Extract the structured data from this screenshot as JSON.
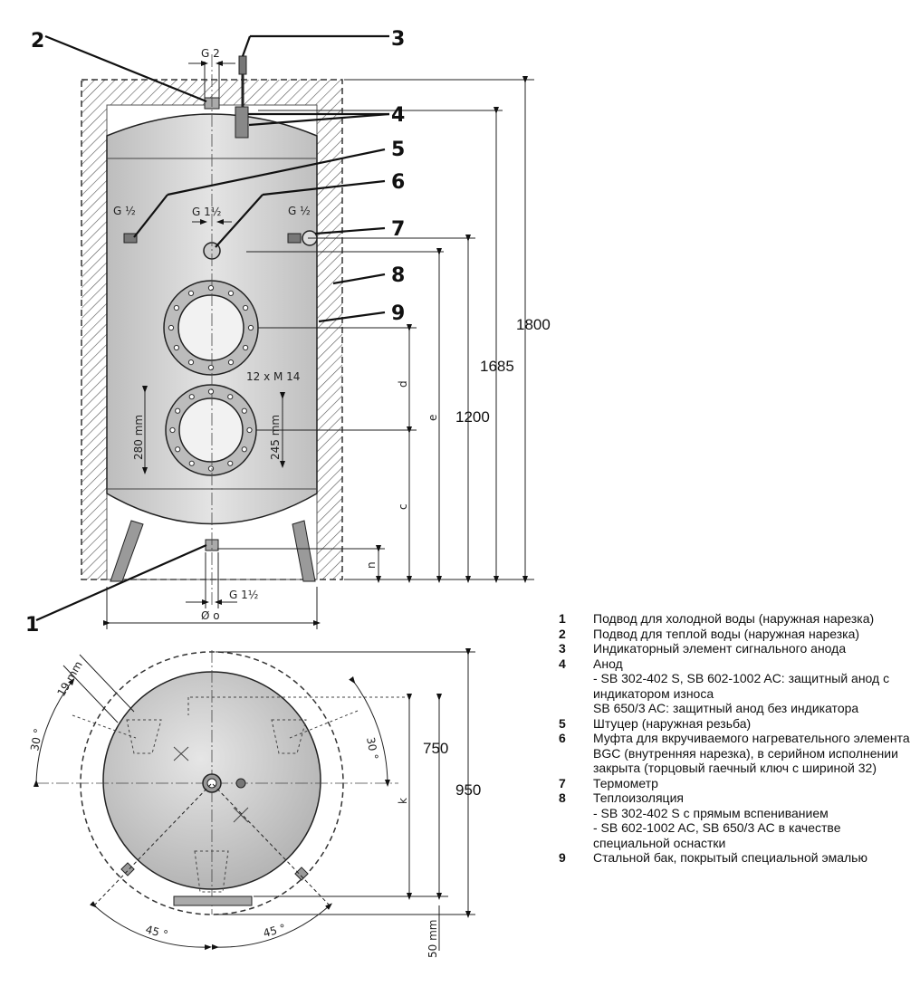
{
  "callouts": {
    "c1": "1",
    "c2": "2",
    "c3": "3",
    "c4": "4",
    "c5": "5",
    "c6": "6",
    "c7": "7",
    "c8": "8",
    "c9": "9"
  },
  "labels": {
    "g2": "G 2",
    "g_half_left": "G ½",
    "g_1half_top": "G 1½",
    "g_half_right": "G ½",
    "g_1half_bottom": "G 1½",
    "bolts": "12 x M 14",
    "d280": "280 mm",
    "d245": "245 mm",
    "diam": "Ø o",
    "dim_d": "d",
    "dim_e": "e",
    "dim_c": "c",
    "dim_n": "n",
    "dim_1800": "1800",
    "dim_1685": "1685",
    "dim_1200": "1200",
    "dim_750": "750",
    "dim_950": "950",
    "dim_k": "k",
    "dim_50mm": "50 mm",
    "dim_19mm": "19 mm",
    "angle_30_left": "30 °",
    "angle_30_right": "30 °",
    "angle_45_left": "45 °",
    "angle_45_right": "45 °"
  },
  "legend": [
    {
      "num": "1",
      "text": "Подвод для холодной воды (наружная нарезка)"
    },
    {
      "num": "2",
      "text": "Подвод для теплой воды (наружная нарезка)"
    },
    {
      "num": "3",
      "text": "Индикаторный элемент сигнального анода"
    },
    {
      "num": "4",
      "text": "Анод"
    },
    {
      "num": "",
      "text": "- SB 302-402 S, SB 602-1002 AC: защитный анод с индикатором износа"
    },
    {
      "num": "",
      "text": "SB 650/3 AC: защитный анод без индикатора"
    },
    {
      "num": "5",
      "text": "Штуцер (наружная резьба)"
    },
    {
      "num": "6",
      "text": "Муфта для вкручиваемого нагревательного элемента BGC (внутренняя нарезка), в серийном исполнении закрыта (торцовый гаечный ключ с шириной 32)"
    },
    {
      "num": "7",
      "text": "Термометр"
    },
    {
      "num": "8",
      "text": "Теплоизоляция"
    },
    {
      "num": "",
      "text": "- SB 302-402 S с прямым вспениванием"
    },
    {
      "num": "",
      "text": "- SB 602-1002 AC, SB 650/3 AC в качестве специальной оснастки"
    },
    {
      "num": "9",
      "text": "Стальной бак, покрытый специальной эмалью"
    }
  ]
}
